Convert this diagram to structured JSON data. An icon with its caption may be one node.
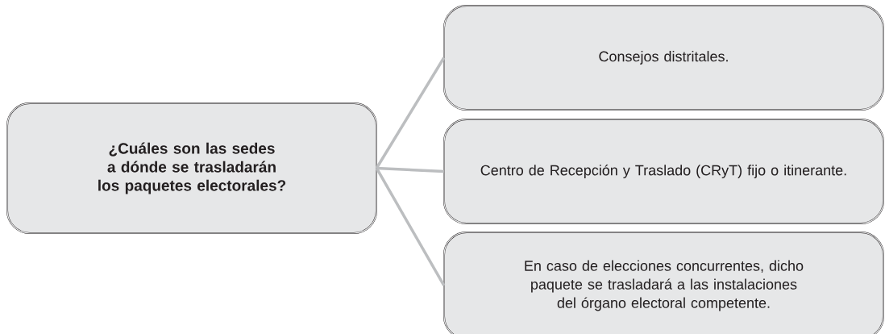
{
  "diagram": {
    "nodes": [
      {
        "text": [
          "¿Cuáles son las sedes a dónde se trasladarán los paquetes electorales?"
        ]
      },
      {
        "text": [
          "Consejos distritales."
        ]
      },
      {
        "text": [
          "Centro de Recepción y Traslado (CRyT) fijo o itinerante."
        ]
      },
      {
        "text": [
          "En caso de elecciones concurrentes, dicho paquete se trasladará a las instalaciones del órgano electoral competente."
        ]
      }
    ],
    "edges": [
      {
        "from": 0,
        "to": 1,
        "arrow": "none"
      },
      {
        "from": 0,
        "to": 2,
        "arrow": "none"
      },
      {
        "from": 0,
        "to": 3,
        "arrow": "none"
      }
    ]
  }
}
